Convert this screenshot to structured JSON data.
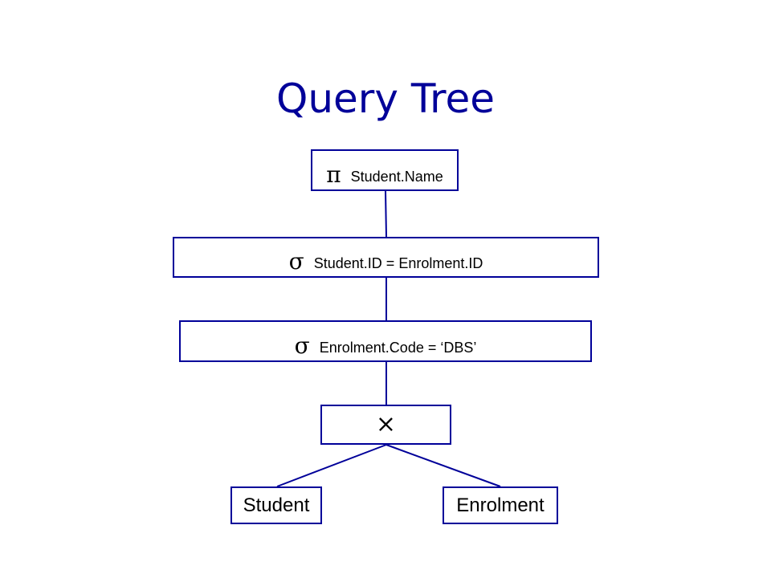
{
  "title": "Query Tree",
  "colors": {
    "title": "#000099",
    "node_border": "#000099",
    "edge": "#000099",
    "text": "#000000"
  },
  "tree": {
    "projection": {
      "symbol": "π",
      "text": "Student.Name"
    },
    "selection_join": {
      "symbol": "σ",
      "text": "Student.ID = Enrolment.ID"
    },
    "selection_code": {
      "symbol": "σ",
      "text": "Enrolment.Code = ‘DBS’"
    },
    "product": {
      "symbol": "×"
    },
    "leaves": {
      "student": "Student",
      "enrolment": "Enrolment"
    }
  }
}
